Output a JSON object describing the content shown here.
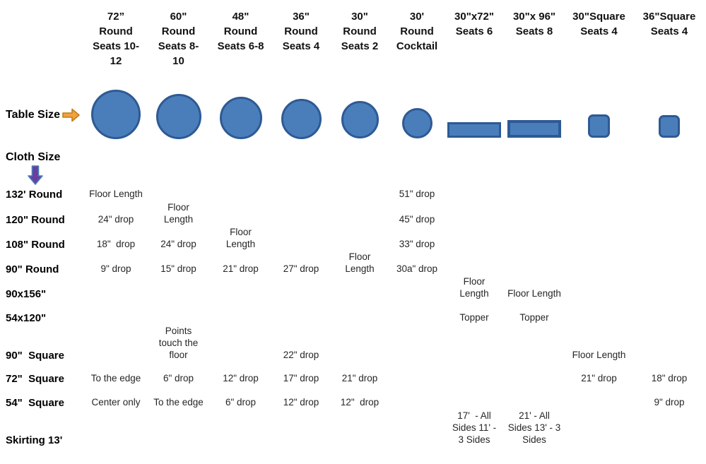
{
  "title": "Table size and cloth size reference chart",
  "labels": {
    "table_size": "Table Size",
    "cloth_size": "Cloth Size"
  },
  "icons": {
    "table_size_arrow": "orange-right-block-arrow",
    "cloth_size_arrow": "purple-down-block-arrow",
    "table_shapes": [
      "circle",
      "circle",
      "circle",
      "circle",
      "circle",
      "circle",
      "rectangle",
      "rectangle",
      "rounded-square",
      "rounded-square"
    ]
  },
  "colors": {
    "table_fill": "#4a7ebb",
    "table_border": "#2e5a94",
    "arrow_orange_fill": "#f0a23e",
    "arrow_orange_border": "#c27c17",
    "arrow_purple_fill": "#6a3fa0",
    "arrow_purple_border": "#4a7ebb",
    "text": "#1c1c1c"
  },
  "columns": [
    {
      "header": "72”\nRound\nSeats 10-\n12"
    },
    {
      "header": "60\"\nRound\nSeats 8-\n10"
    },
    {
      "header": "48\"\nRound\nSeats 6-8"
    },
    {
      "header": "36\"\nRound\nSeats 4"
    },
    {
      "header": "30\"\nRound\nSeats 2"
    },
    {
      "header": "30'\nRound\nCocktail"
    },
    {
      "header": "30\"x72\"\nSeats 6"
    },
    {
      "header": "30\"x 96\"\nSeats 8"
    },
    {
      "header": "30\"Square\nSeats 4"
    },
    {
      "header": "36\"Square\nSeats 4"
    }
  ],
  "grid": {
    "rows": [
      {
        "label": "132' Round",
        "cells": {
          "c1": "Floor Length",
          "c6": "51\" drop"
        }
      },
      {
        "label": "120\" Round",
        "cells": {
          "c1": "24\" drop",
          "c2": "Floor\nLength",
          "c6": "45\" drop"
        }
      },
      {
        "label": "108\" Round",
        "cells": {
          "c1": "18\"  drop",
          "c2": "24\" drop",
          "c3": "Floor\nLength",
          "c6": "33\" drop"
        }
      },
      {
        "label": "90\" Round",
        "cells": {
          "c1": "9\" drop",
          "c2": "15\" drop",
          "c3": "21\" drop",
          "c4": "27\" drop",
          "c5": "Floor\nLength",
          "c6": "30a\" drop"
        }
      },
      {
        "label": "90x156\"",
        "cells": {
          "c7": "Floor\nLength",
          "c8": "Floor Length"
        }
      },
      {
        "label": "54x120\"",
        "cells": {
          "c7": "Topper",
          "c8": "Topper"
        }
      },
      {
        "label": "90\"  Square",
        "cells": {
          "c2": "Points\ntouch the\nfloor",
          "c4": "22\" drop",
          "c9": "Floor Length"
        }
      },
      {
        "label": "72\"  Square",
        "cells": {
          "c1": "To the edge",
          "c2": "6\" drop",
          "c3": "12\" drop",
          "c4": "17\" drop",
          "c5": "21\" drop",
          "c9": "21\" drop",
          "c10": "18\" drop"
        }
      },
      {
        "label": "54\"  Square",
        "cells": {
          "c1": "Center only",
          "c2": "To the edge",
          "c3": "6\" drop",
          "c4": "12\" drop",
          "c5": "12\"  drop",
          "c10": "9\" drop"
        }
      },
      {
        "label": "Skirting 13'",
        "cells": {
          "c7": "17'  - All\nSides 11' -\n3 Sides",
          "c8": "21' - All\nSides 13' - 3\nSides"
        }
      }
    ]
  }
}
